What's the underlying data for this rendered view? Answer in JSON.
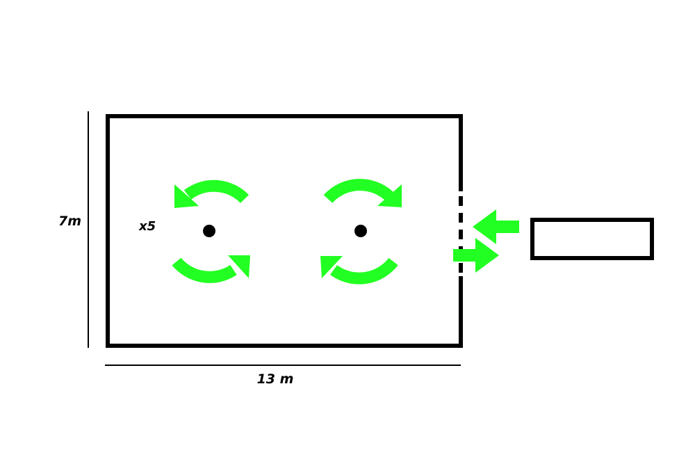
{
  "labels": {
    "width": "13 m",
    "height": "7m",
    "count": "x5"
  },
  "colors": {
    "line": "#000000",
    "arrow": "#22ff22",
    "background": "#ffffff"
  },
  "icons": {
    "rotation": "circular-rotation-arrows-icon",
    "flow": "horizontal-arrow-icon",
    "center": "dot-icon"
  }
}
